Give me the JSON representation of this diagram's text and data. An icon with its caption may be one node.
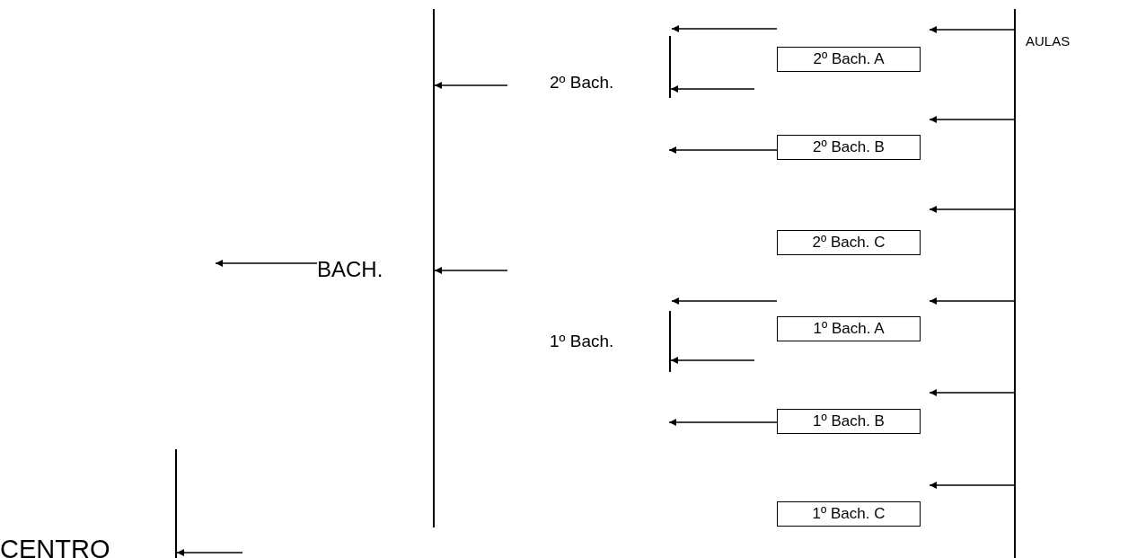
{
  "diagram": {
    "nodes": [
      {
        "text": [
          "AULAS"
        ]
      },
      {
        "text": [
          "2º Bach. A"
        ]
      },
      {
        "text": [
          "2º Bach. B"
        ]
      },
      {
        "text": [
          "2º Bach. C"
        ]
      },
      {
        "text": [
          "1º Bach. A"
        ]
      },
      {
        "text": [
          "1º Bach. B"
        ]
      },
      {
        "text": [
          "1º Bach. C"
        ]
      },
      {
        "text": [
          "2º Bach."
        ]
      },
      {
        "text": [
          "1º Bach."
        ]
      },
      {
        "text": [
          "BACH."
        ]
      },
      {
        "text": [
          "CENTRO"
        ]
      },
      {
        "text": [],
        "shape": "bar"
      },
      {
        "text": [],
        "shape": "bar"
      },
      {
        "text": [],
        "shape": "bar"
      },
      {
        "text": [],
        "shape": "bar"
      },
      {
        "text": [],
        "shape": "bar"
      }
    ],
    "edges": [
      {
        "from": 11,
        "to": 1,
        "arrow": "to"
      },
      {
        "from": 11,
        "to": 2,
        "arrow": "to"
      },
      {
        "from": 11,
        "to": 3,
        "arrow": "to"
      },
      {
        "from": 11,
        "to": 4,
        "arrow": "to"
      },
      {
        "from": 11,
        "to": 5,
        "arrow": "to"
      },
      {
        "from": 11,
        "to": 6,
        "arrow": "to"
      },
      {
        "from": 1,
        "to": 12,
        "arrow": "to"
      },
      {
        "from": null,
        "to": 12,
        "arrow": "to"
      },
      {
        "from": 2,
        "to": null,
        "arrow": "to"
      },
      {
        "from": null,
        "to": 14,
        "arrow": "to"
      },
      {
        "from": null,
        "to": 14,
        "arrow": "to"
      },
      {
        "from": 9,
        "to": null,
        "arrow": "to"
      },
      {
        "from": 4,
        "to": 13,
        "arrow": "to"
      },
      {
        "from": null,
        "to": 13,
        "arrow": "to"
      },
      {
        "from": 5,
        "to": null,
        "arrow": "to"
      },
      {
        "from": null,
        "to": 15,
        "arrow": "to"
      }
    ]
  }
}
